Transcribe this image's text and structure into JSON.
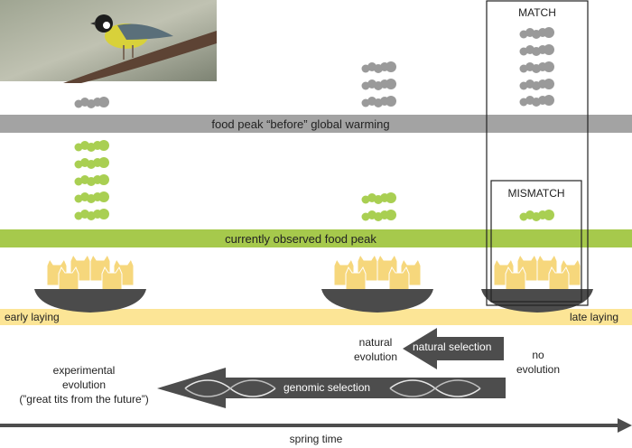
{
  "colors": {
    "gray_band": "#a3a3a3",
    "green_band": "#a6c94c",
    "yellow_band": "#fce596",
    "caterpillar_gray": "#9a9a9a",
    "caterpillar_green": "#a9cf52",
    "chick": "#f6d77c",
    "nest": "#4b4b4b",
    "arrow": "#4d4d4d",
    "frame": "#222222"
  },
  "photo": {
    "subject": "great tit perched on a branch",
    "icon": "bird-icon"
  },
  "bands": {
    "food_peak_before": "food peak “before” global warming",
    "currently_observed": "currently observed food peak",
    "early_laying": "early laying",
    "late_laying": "late laying"
  },
  "boxes": {
    "match": "MATCH",
    "mismatch": "MISMATCH"
  },
  "caterpillars": {
    "early": {
      "gray": 1,
      "green": 5
    },
    "middle": {
      "gray": 3,
      "green": 2
    },
    "late": {
      "gray": 5,
      "green": 1
    }
  },
  "nests": {
    "chicks_per_nest": 6,
    "positions": [
      "early",
      "middle",
      "late"
    ]
  },
  "arrows": {
    "natural_selection": "natural selection",
    "genomic_selection": "genomic selection"
  },
  "labels": {
    "natural_evolution_line1": "natural",
    "natural_evolution_line2": "evolution",
    "no_evolution_line1": "no",
    "no_evolution_line2": "evolution",
    "experimental_line1": "experimental",
    "experimental_line2": "evolution",
    "experimental_line3": "(”great tits from the future”)"
  },
  "axis": {
    "label": "spring time"
  }
}
